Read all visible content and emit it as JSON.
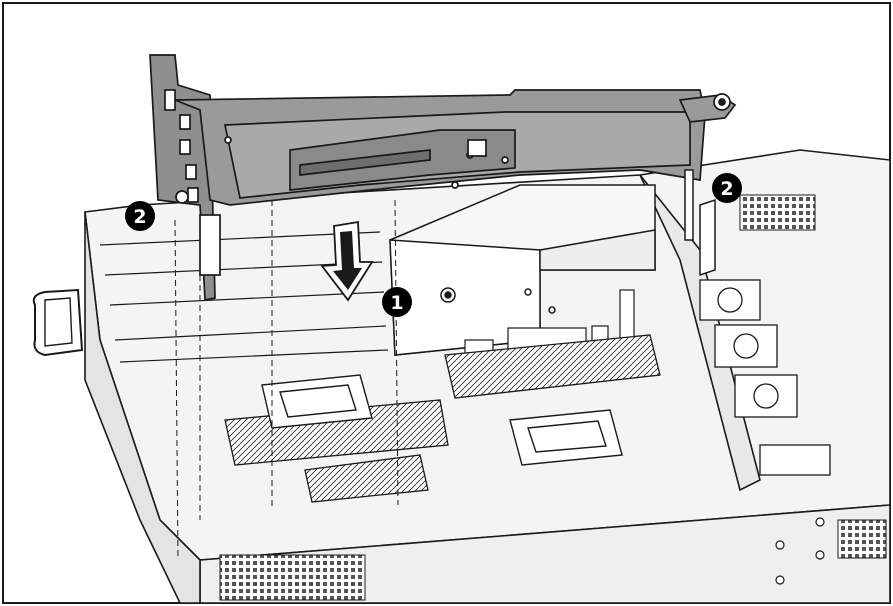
{
  "callouts": [
    {
      "id": "step-1",
      "label": "1"
    },
    {
      "id": "step-2-left",
      "label": "2"
    },
    {
      "id": "step-2-right",
      "label": "2"
    }
  ],
  "colors": {
    "line": "#1a1a1a",
    "cage_fill": "#9a9a9a",
    "cage_dark": "#6e6e6e",
    "chassis_fill": "#f4f4f4",
    "callout_fill": "#000000",
    "callout_text": "#ffffff"
  }
}
